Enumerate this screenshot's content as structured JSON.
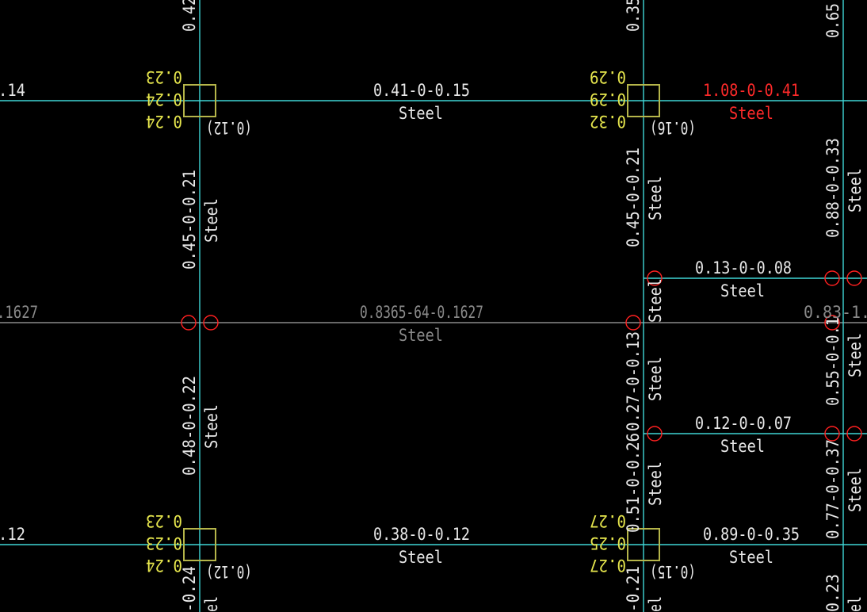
{
  "colors": {
    "background": "#000000",
    "beam": "#3fd6d6",
    "text": "#e8e8e8",
    "overstressed": "#ff2a2a",
    "column_value": "#e6e64d",
    "column": "#b5b54a",
    "node": "#ff2020",
    "dimmed": "#8a8a8a"
  },
  "beam_labels": {
    "h_top_left_cut": ".14",
    "h_top_mid_ratio": "0.41-0-0.15",
    "h_top_mid_type": "Steel",
    "h_top_right_ratio": "1.08-0-0.41",
    "h_top_right_type": "Steel",
    "h_sub1_ratio": "0.13-0-0.08",
    "h_sub1_type": "Steel",
    "h_mid_left_cut": ".1627",
    "h_mid_ratio_overlap": "0.8365-64-0.1627",
    "h_mid_type": "Steel",
    "h_mid_right_cut": "0.83-1.",
    "h_sub2_ratio": "0.12-0-0.07",
    "h_sub2_type": "Steel",
    "h_bot_left_cut": ".12",
    "h_bot_mid_ratio": "0.38-0-0.12",
    "h_bot_mid_type": "Steel",
    "h_bot_right_ratio": "0.89-0-0.35",
    "h_bot_right_type": "Steel",
    "v_left_top_cut": "0.42",
    "v_left_upper_ratio": "0.45-0-0.21",
    "v_left_upper_type": "Steel",
    "v_left_lower_ratio": "0.48-0-0.22",
    "v_left_lower_type": "Steel",
    "v_left_bot_cut": "-0.24",
    "v_left_bot_type_cut": "el",
    "v_mid_top_cut": "0.35",
    "v_mid_upper_ratio": "0.45-0-0.21",
    "v_mid_upper_type": "Steel",
    "v_mid_short_type": "Steel",
    "v_mid_lower_ratio": "0.27-0-0.13",
    "v_mid_lower_type": "Steel",
    "v_mid_lowest_ratio": "0.51-0-0.26",
    "v_mid_lowest_type": "Steel",
    "v_mid_bot_cut": "-0.21",
    "v_mid_bot_type_cut": "el",
    "v_right_top_cut": "0.65",
    "v_right_upper_ratio": "0.88-0-0.33",
    "v_right_upper_type": "Steel",
    "v_right_mid_ratio": "0.55-0-0.1",
    "v_right_mid_type": "Steel",
    "v_right_lower_ratio": "0.77-0-0.37",
    "v_right_lower_type": "Steel",
    "v_right_bot_cut": "0.23",
    "v_right_bot_type_cut": "el"
  },
  "column_labels": {
    "c_tl_a": "0.23",
    "c_tl_b": "0.24",
    "c_tl_c": "0.24",
    "c_tl_d": "(0.12)",
    "c_tr_a": "0.29",
    "c_tr_b": "0.29",
    "c_tr_c": "0.32",
    "c_tr_d": "(0.16)",
    "c_bl_a": "0.23",
    "c_bl_b": "0.23",
    "c_bl_c": "0.24",
    "c_bl_d": "(0.12)",
    "c_br_a": "0.27",
    "c_br_b": "0.25",
    "c_br_c": "0.27",
    "c_br_d": "(0.15)"
  }
}
